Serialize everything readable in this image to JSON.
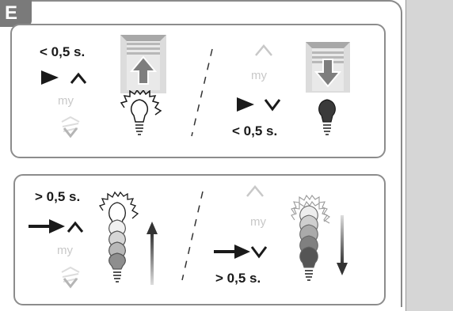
{
  "section": {
    "letter": "E"
  },
  "top_panel": {
    "short_press_up": "< 0,5 s.",
    "my_left": "my",
    "my_right": "my",
    "short_press_down": "< 0,5 s."
  },
  "bottom_panel": {
    "long_press_up": "> 0,5 s.",
    "my_left": "my",
    "my_right": "my",
    "long_press_down": "> 0,5 s."
  },
  "colors": {
    "frame": "#8a8a8a",
    "tab": "#7a7a7a",
    "strip": "#d6d6d6",
    "panel_border": "#8c8c8c",
    "faded_button": "#c8c8c8",
    "arrow_fill": "#1a1a1a"
  }
}
